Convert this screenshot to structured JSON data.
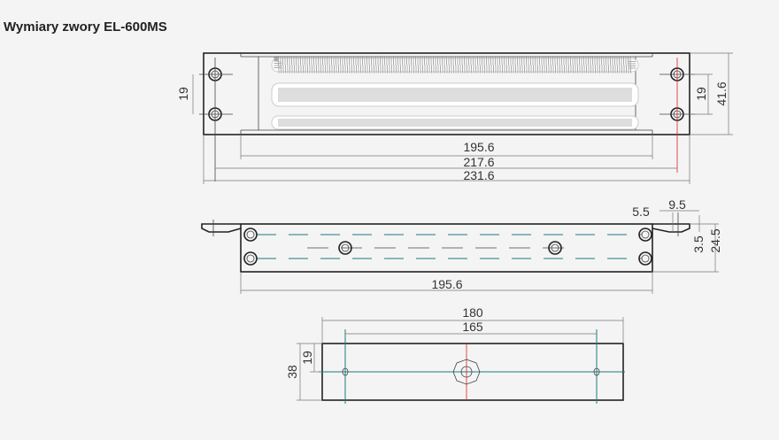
{
  "title": "Wymiary zwory EL-600MS",
  "top_view": {
    "d1": "195.6",
    "d2": "217.6",
    "d3": "231.6",
    "left_19": "19",
    "right_19": "19",
    "height": "41.6"
  },
  "side_view": {
    "length": "195.6",
    "d55": "5.5",
    "d95": "9.5",
    "d35": "3.5",
    "d245": "24.5"
  },
  "bottom_view": {
    "d180": "180",
    "d165": "165",
    "d38": "38",
    "d19": "19"
  }
}
